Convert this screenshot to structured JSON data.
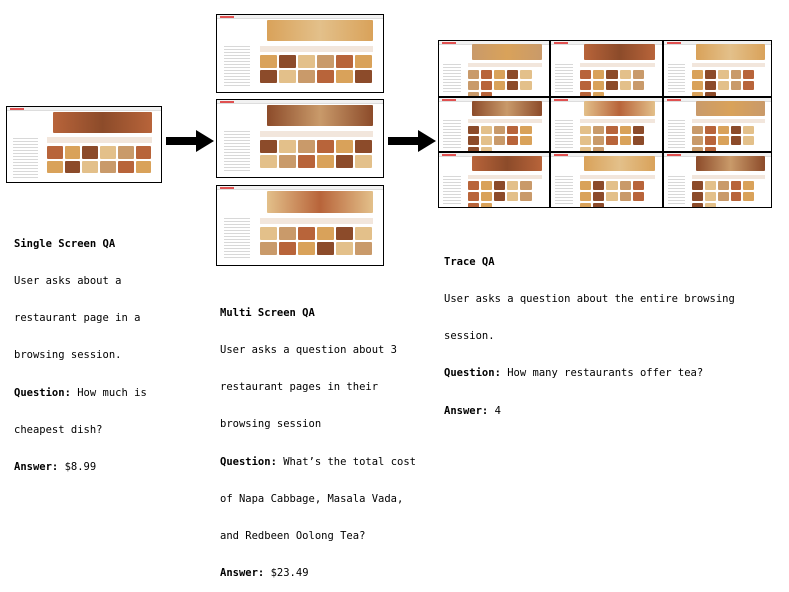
{
  "single": {
    "title": "Single Screen QA",
    "lines": [
      "User asks about a",
      "restaurant page in a",
      "browsing session."
    ],
    "q_label": "Question:",
    "q_lines": [
      " How much is",
      "cheapest dish?"
    ],
    "a_label": "Answer:",
    "a_value": " $8.99"
  },
  "multi": {
    "title": "Multi Screen QA",
    "lines": [
      "User asks a question about 3",
      "restaurant pages in their",
      "browsing session"
    ],
    "q_label": "Question:",
    "q_lines": [
      " What’s the total cost",
      "of Napa Cabbage, Masala Vada,",
      "and Redbeen Oolong Tea?"
    ],
    "a_label": "Answer:",
    "a_value": " $23.49"
  },
  "trace": {
    "title": "Trace QA",
    "lines": [
      "User asks a question about the entire browsing",
      "session."
    ],
    "q_label": "Question:",
    "q_lines": [
      " How many restaurants offer tea?"
    ],
    "a_label": "Answer:",
    "a_value": " 4"
  },
  "colors": {
    "food1": "#b8643a",
    "food2": "#d9a25a",
    "food3": "#8c4b2a",
    "food4": "#e3c08a",
    "tea": "#c99a6a",
    "accent": "#e05050"
  }
}
